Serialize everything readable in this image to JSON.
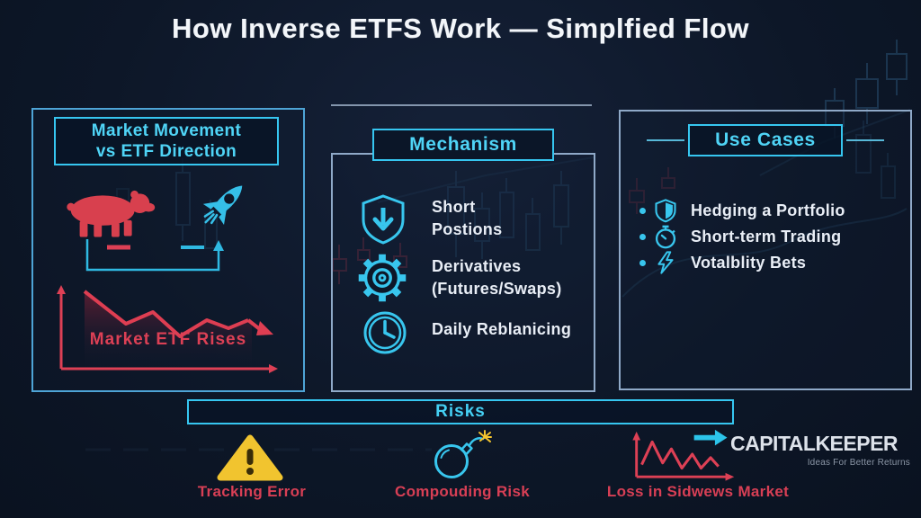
{
  "title": "How Inverse ETFS Work — Simplfied Flow",
  "colors": {
    "background": "#0d1728",
    "cyan_accent": "#36c6f0",
    "cyan_text": "#4fd4f6",
    "red_accent": "#dc4055",
    "panel_border_blue": "#4ea4d6",
    "panel_border_gray": "#8fa9c8",
    "warning_yellow": "#f1c42f",
    "text_light": "#e9eef6"
  },
  "left_panel": {
    "title_line1": "Market Movement",
    "title_line2": "vs ETF Direction",
    "bear_icon": "bear-icon",
    "rocket_icon": "rocket-icon",
    "chart_label": "Market ETF Rises"
  },
  "mechanism": {
    "title": "Mechanism",
    "items": [
      {
        "icon": "shield-down-arrow-icon",
        "lines": [
          "Short",
          "Postions"
        ]
      },
      {
        "icon": "gear-icon",
        "lines": [
          "Derivatives",
          "(Futures/Swaps)"
        ]
      },
      {
        "icon": "clock-icon",
        "lines": [
          "Daily Reblanicing"
        ]
      }
    ]
  },
  "use_cases": {
    "title": "Use Cases",
    "items": [
      {
        "icon": "shield-icon",
        "label": "Hedging a Portfolio"
      },
      {
        "icon": "stopwatch-icon",
        "label": "Short-term Trading"
      },
      {
        "icon": "lightning-icon",
        "label": "Votalblity Bets"
      }
    ]
  },
  "risks": {
    "title": "Risks",
    "items": [
      {
        "icon": "warning-triangle-icon",
        "label": "Tracking Error"
      },
      {
        "icon": "bomb-icon",
        "label": "Compouding Risk"
      },
      {
        "icon": "sideways-market-chart-icon",
        "label": "Loss in Sidwews Market"
      }
    ]
  },
  "logo": {
    "name": "CAPITALKEEPER",
    "tagline": "Ideas For Better Returns"
  }
}
